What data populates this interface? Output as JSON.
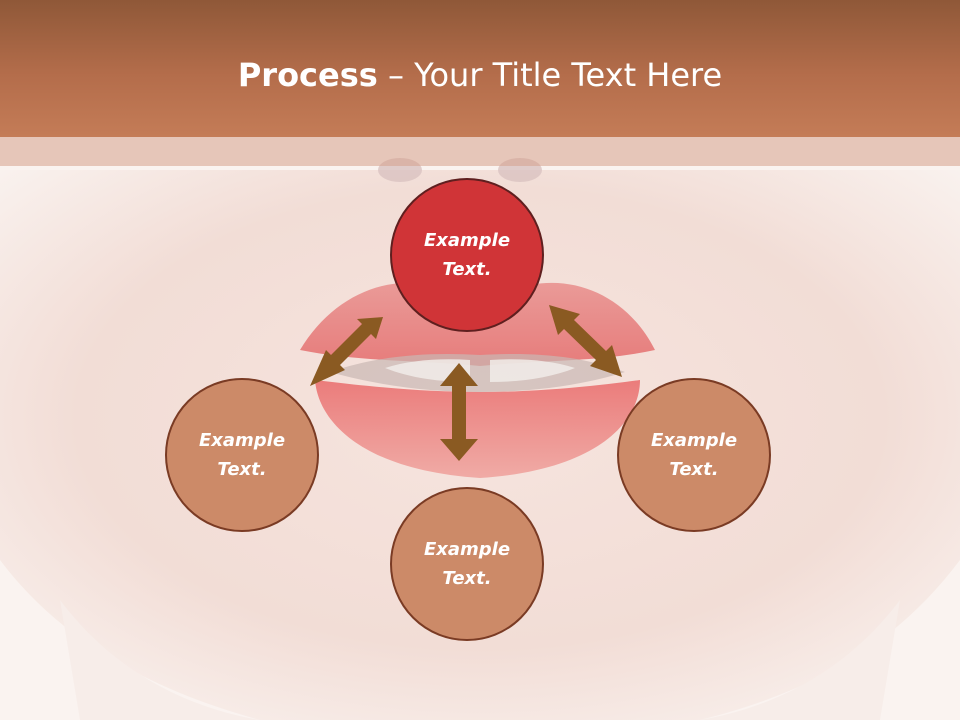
{
  "slide": {
    "title_bold": "Process",
    "title_separator": " – ",
    "title_rest": "Your Title Text Here"
  },
  "nodes": {
    "top": "Example\nText.",
    "left": "Example\nText.",
    "bottom": "Example\nText.",
    "right": "Example\nText."
  },
  "colors": {
    "header": "#b46d4b",
    "highlight_node": "#d03437",
    "node": "#cc8a68",
    "arrow": "#8a5a22"
  },
  "background_image": "face-lips-photo"
}
